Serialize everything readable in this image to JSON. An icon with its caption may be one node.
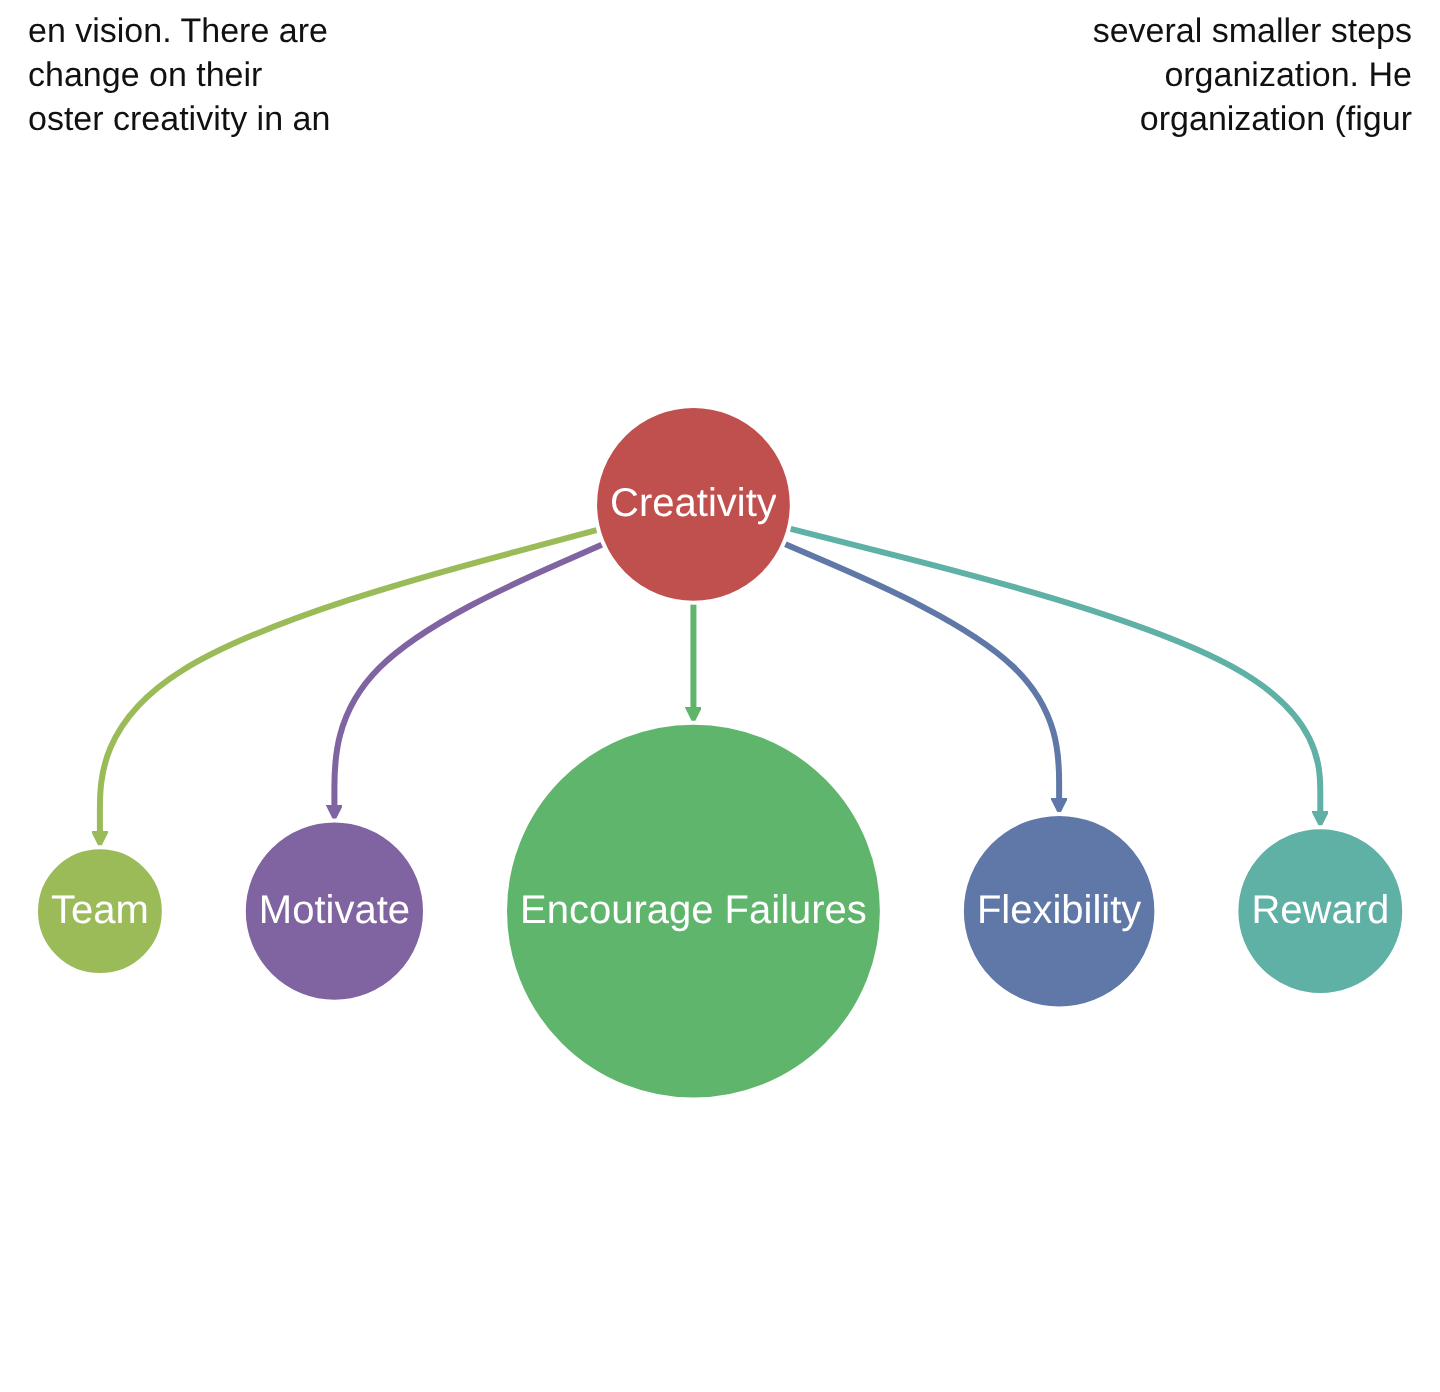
{
  "diagram": {
    "nodes": [
      {
        "text": [
          "Team"
        ]
      },
      {
        "text": [
          "Motivate"
        ]
      },
      {
        "text": [
          "Creativity"
        ]
      },
      {
        "text": [
          "Encourage Failures"
        ]
      },
      {
        "text": [
          "Flexibility"
        ]
      },
      {
        "text": [
          "Reward"
        ]
      }
    ],
    "edges": [
      {
        "from": 2,
        "to": 0,
        "arrow": "to"
      },
      {
        "from": 2,
        "to": 1,
        "arrow": "to"
      },
      {
        "from": 2,
        "to": 3,
        "arrow": "to"
      },
      {
        "from": 2,
        "to": 4,
        "arrow": "to"
      },
      {
        "from": 2,
        "to": 5,
        "arrow": "to"
      }
    ],
    "labels": [
      "en vision. There are",
      "several smaller steps",
      "change on their",
      "organization. He",
      "oster creativity in an",
      "organization (figur"
    ]
  }
}
